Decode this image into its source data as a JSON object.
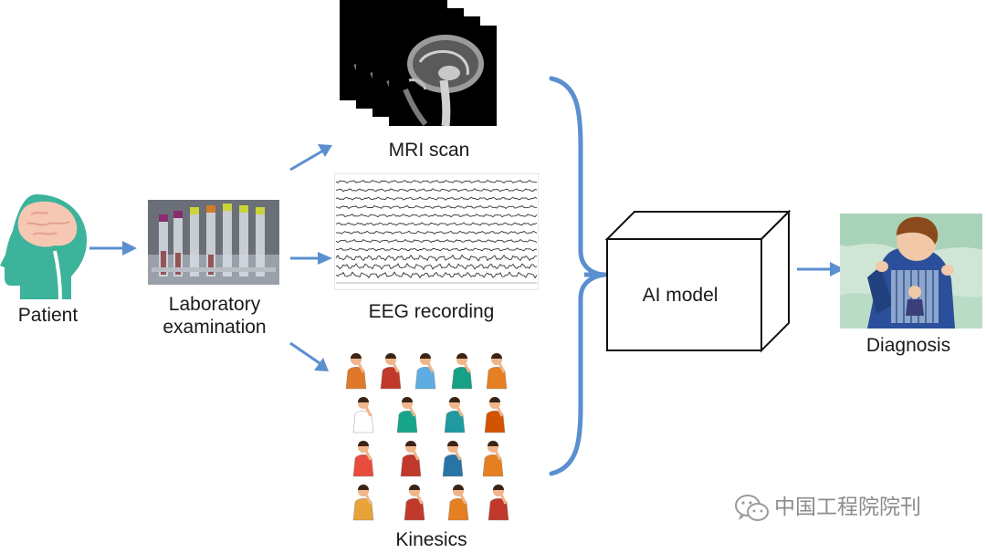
{
  "nodes": {
    "patient": {
      "label": "Patient"
    },
    "lab": {
      "label_line1": "Laboratory",
      "label_line2": "examination"
    },
    "mri": {
      "label": "MRI scan"
    },
    "eeg": {
      "label": "EEG recording"
    },
    "kinesics": {
      "label": "Kinesics"
    },
    "ai": {
      "label": "AI model"
    },
    "diagnosis": {
      "label": "Diagnosis"
    }
  },
  "watermark": {
    "text": "中国工程院院刊"
  },
  "colors": {
    "arrow": "#5b8fd0",
    "bracket": "#5b8fd0",
    "patient_head": "#3cb39a",
    "brain": "#f6c8b4",
    "text": "#1a1a1a"
  }
}
